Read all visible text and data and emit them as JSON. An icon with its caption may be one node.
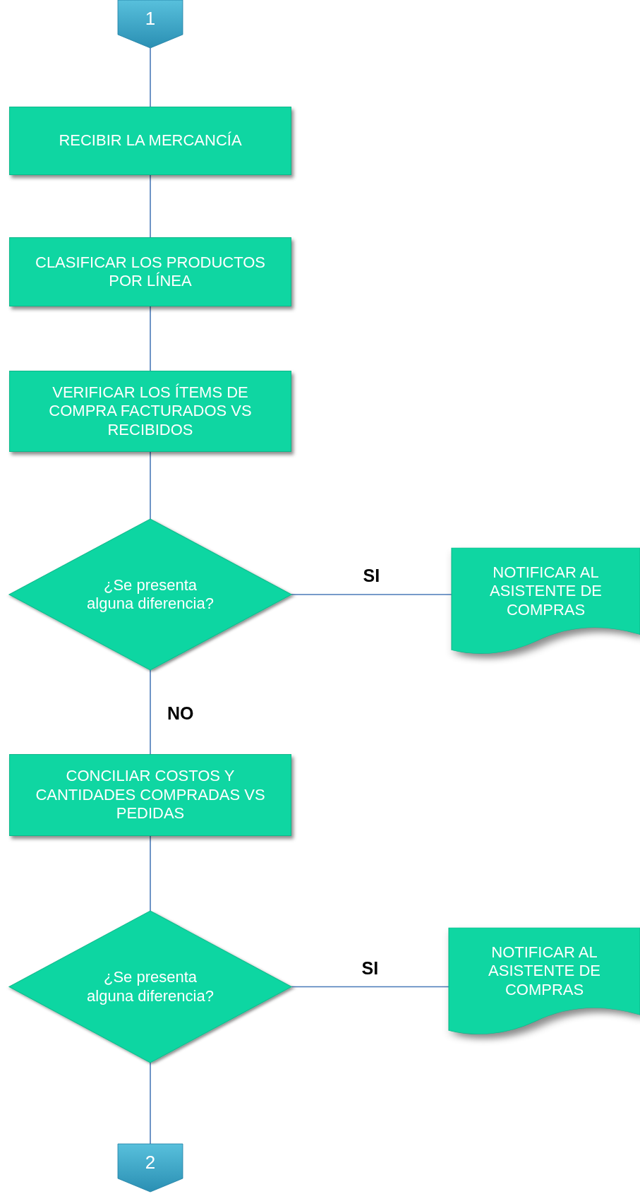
{
  "diagram": {
    "nodes": [
      {
        "text": [
          "1"
        ]
      },
      {
        "text": [
          "RECIBIR LA MERCANCÍA"
        ]
      },
      {
        "text": [
          "CLASIFICAR LOS PRODUCTOS POR LÍNEA"
        ]
      },
      {
        "text": [
          "VERIFICAR LOS ÍTEMS DE COMPRA  FACTURADOS VS RECIBIDOS"
        ]
      },
      {
        "text": [
          "¿Se presenta alguna diferencia?"
        ]
      },
      {
        "text": [
          "NOTIFICAR AL ASISTENTE DE COMPRAS"
        ]
      },
      {
        "text": [
          "CONCILIAR COSTOS Y CANTIDADES COMPRADAS VS PEDIDAS"
        ]
      },
      {
        "text": [
          "¿Se presenta alguna diferencia?"
        ]
      },
      {
        "text": [
          "NOTIFICAR AL ASISTENTE DE COMPRAS"
        ]
      },
      {
        "text": [
          "2"
        ]
      }
    ],
    "edges": [
      {
        "from": 0,
        "to": 1,
        "arrow": "none"
      },
      {
        "from": 1,
        "to": 2,
        "arrow": "none"
      },
      {
        "from": 2,
        "to": 3,
        "arrow": "none"
      },
      {
        "from": 3,
        "to": 4,
        "arrow": "none"
      },
      {
        "from": 4,
        "to": 5,
        "arrow": "none",
        "label": "SI"
      },
      {
        "from": 4,
        "to": 6,
        "arrow": "none",
        "label": "NO"
      },
      {
        "from": 6,
        "to": 7,
        "arrow": "none"
      },
      {
        "from": 7,
        "to": 8,
        "arrow": "none",
        "label": "SI"
      },
      {
        "from": 7,
        "to": 9,
        "arrow": "none"
      }
    ]
  }
}
